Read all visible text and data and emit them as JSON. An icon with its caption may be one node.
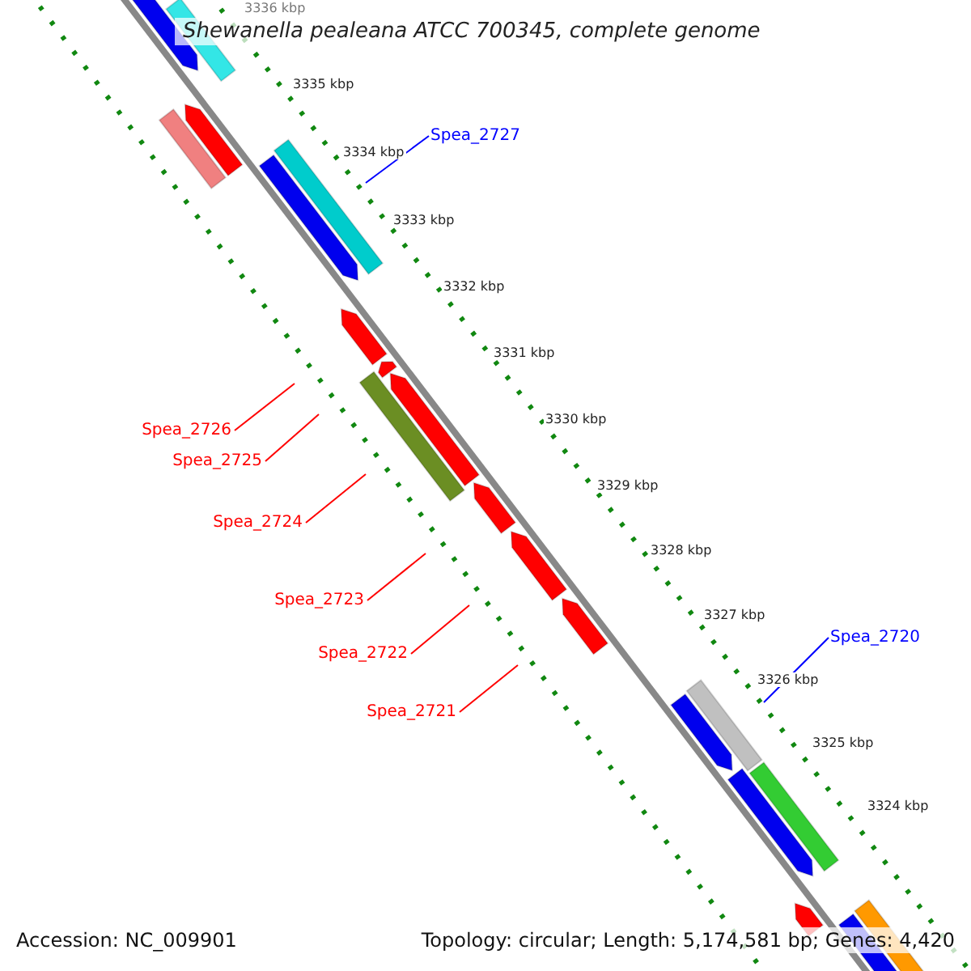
{
  "diagram": {
    "title": "Shewanella pealeana ATCC 700345, complete genome",
    "nodes": [
      {
        "text": [
          "Spea_2727"
        ]
      },
      {
        "text": [
          "Spea_2726"
        ]
      },
      {
        "text": [
          "Spea_2725"
        ]
      },
      {
        "text": [
          "Spea_2724"
        ]
      },
      {
        "text": [
          "Spea_2723"
        ]
      },
      {
        "text": [
          "Spea_2722"
        ]
      },
      {
        "text": [
          "Spea_2721"
        ]
      },
      {
        "text": [
          "Spea_2720"
        ]
      }
    ],
    "edges": [
      {
        "from": 0,
        "to": null,
        "arrow": "none",
        "color": "#0000ff"
      },
      {
        "from": 1,
        "to": null,
        "arrow": "none"
      },
      {
        "from": 2,
        "to": null,
        "arrow": "none"
      },
      {
        "from": 3,
        "to": null,
        "arrow": "none"
      },
      {
        "from": 4,
        "to": null,
        "arrow": "none"
      },
      {
        "from": 5,
        "to": null,
        "arrow": "none"
      },
      {
        "from": 6,
        "to": null,
        "arrow": "none"
      },
      {
        "from": 7,
        "to": null,
        "arrow": "none",
        "color": "#0000ff"
      }
    ],
    "labels": [
      "3336 kbp",
      "3335 kbp",
      "3334 kbp",
      "3333 kbp",
      "3332 kbp",
      "3331 kbp",
      "3330 kbp",
      "3329 kbp",
      "3328 kbp",
      "3327 kbp",
      "3326 kbp",
      "3325 kbp",
      "3324 kbp",
      "Accession: NC_009901",
      "Topology: circular; Length: 5,174,581 bp; Genes: 4,420"
    ]
  }
}
